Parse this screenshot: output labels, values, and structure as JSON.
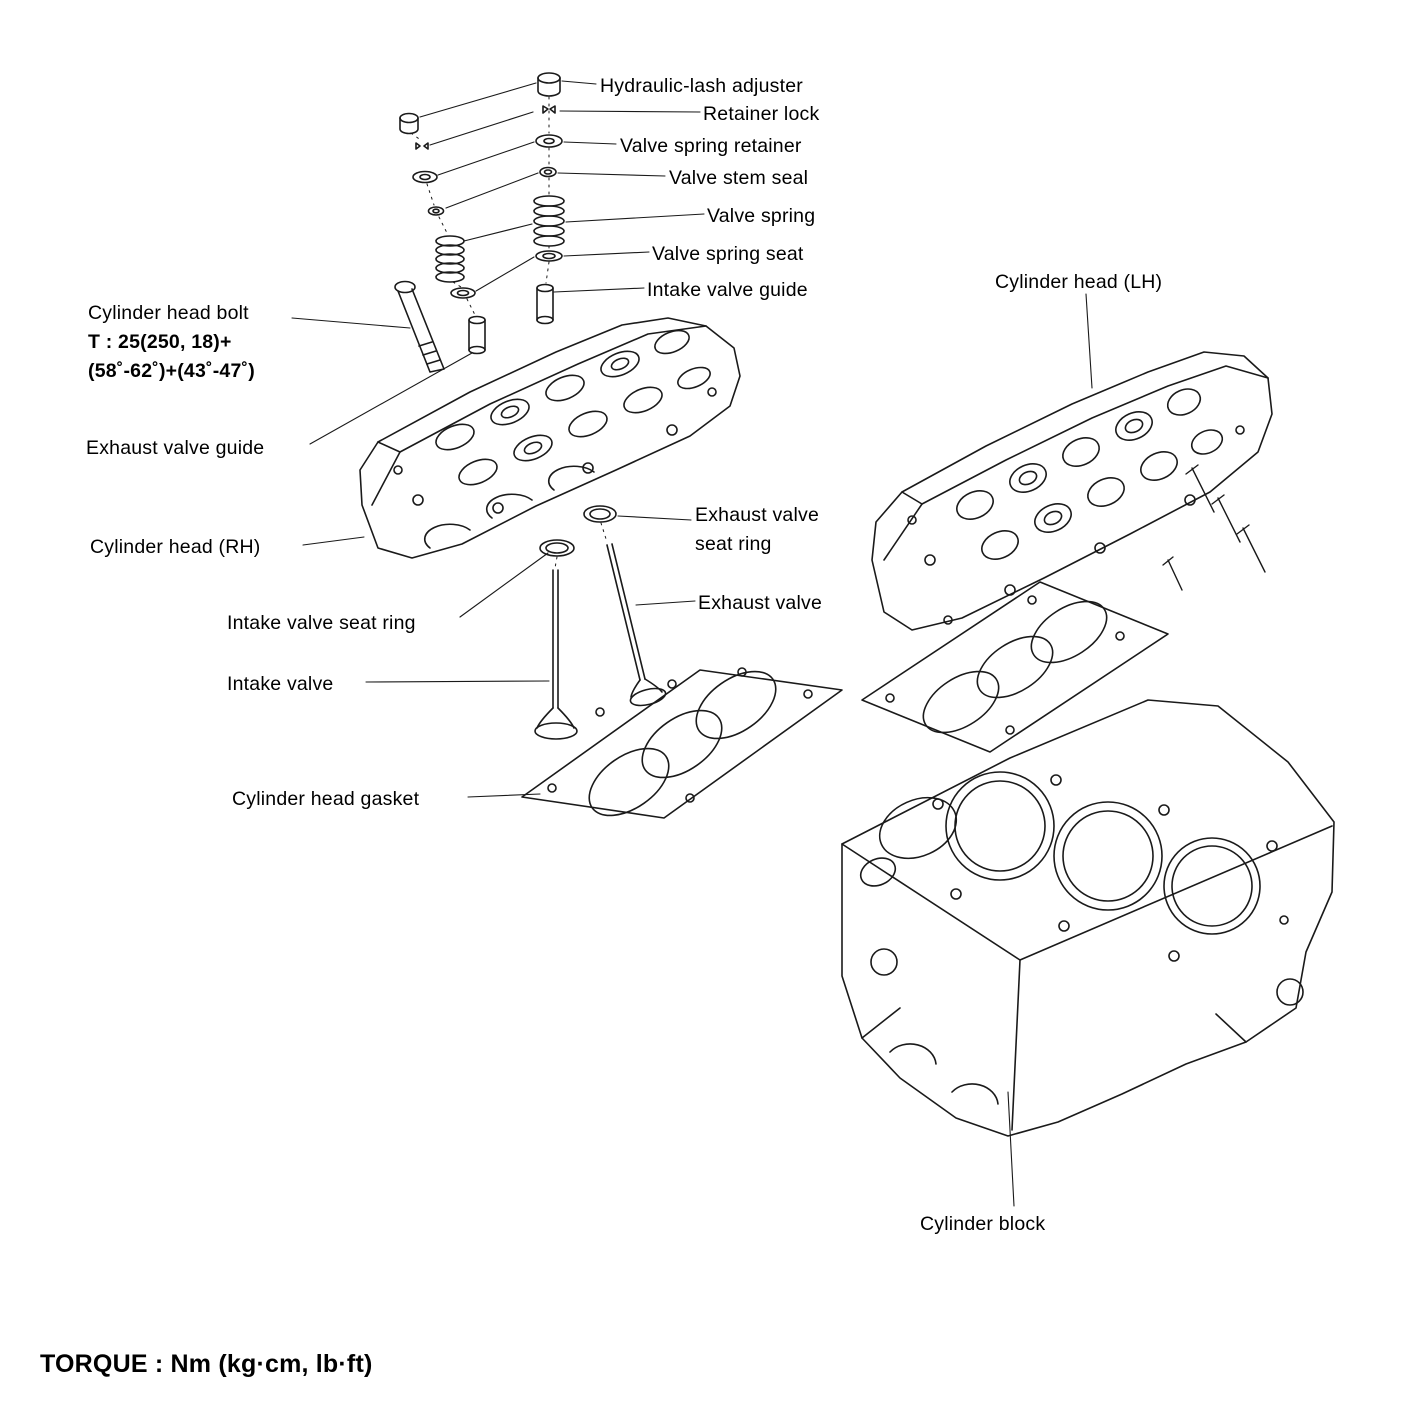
{
  "colors": {
    "background": "#ffffff",
    "ink": "#1a1a1a"
  },
  "callouts": {
    "hydraulic_lash_adjuster": "Hydraulic-lash adjuster",
    "retainer_lock": "Retainer lock",
    "valve_spring_retainer": "Valve spring retainer",
    "valve_stem_seal": "Valve stem seal",
    "valve_spring": "Valve spring",
    "valve_spring_seat": "Valve spring seat",
    "intake_valve_guide": "Intake valve guide",
    "cylinder_head_lh": "Cylinder head (LH)",
    "cylinder_head_bolt": "Cylinder head bolt",
    "cylinder_head_bolt_torque_line1": "T : 25(250, 18)+",
    "cylinder_head_bolt_torque_line2": "(58˚-62˚)+(43˚-47˚)",
    "exhaust_valve_guide": "Exhaust valve guide",
    "cylinder_head_rh": "Cylinder head (RH)",
    "exhaust_valve_seat_ring_line1": "Exhaust valve",
    "exhaust_valve_seat_ring_line2": "seat ring",
    "exhaust_valve": "Exhaust valve",
    "intake_valve_seat_ring": "Intake valve seat ring",
    "intake_valve": "Intake valve",
    "cylinder_head_gasket": "Cylinder head gasket",
    "cylinder_block": "Cylinder block"
  },
  "footer": {
    "torque_note": "TORQUE : Nm (kg·cm, lb·ft)"
  }
}
